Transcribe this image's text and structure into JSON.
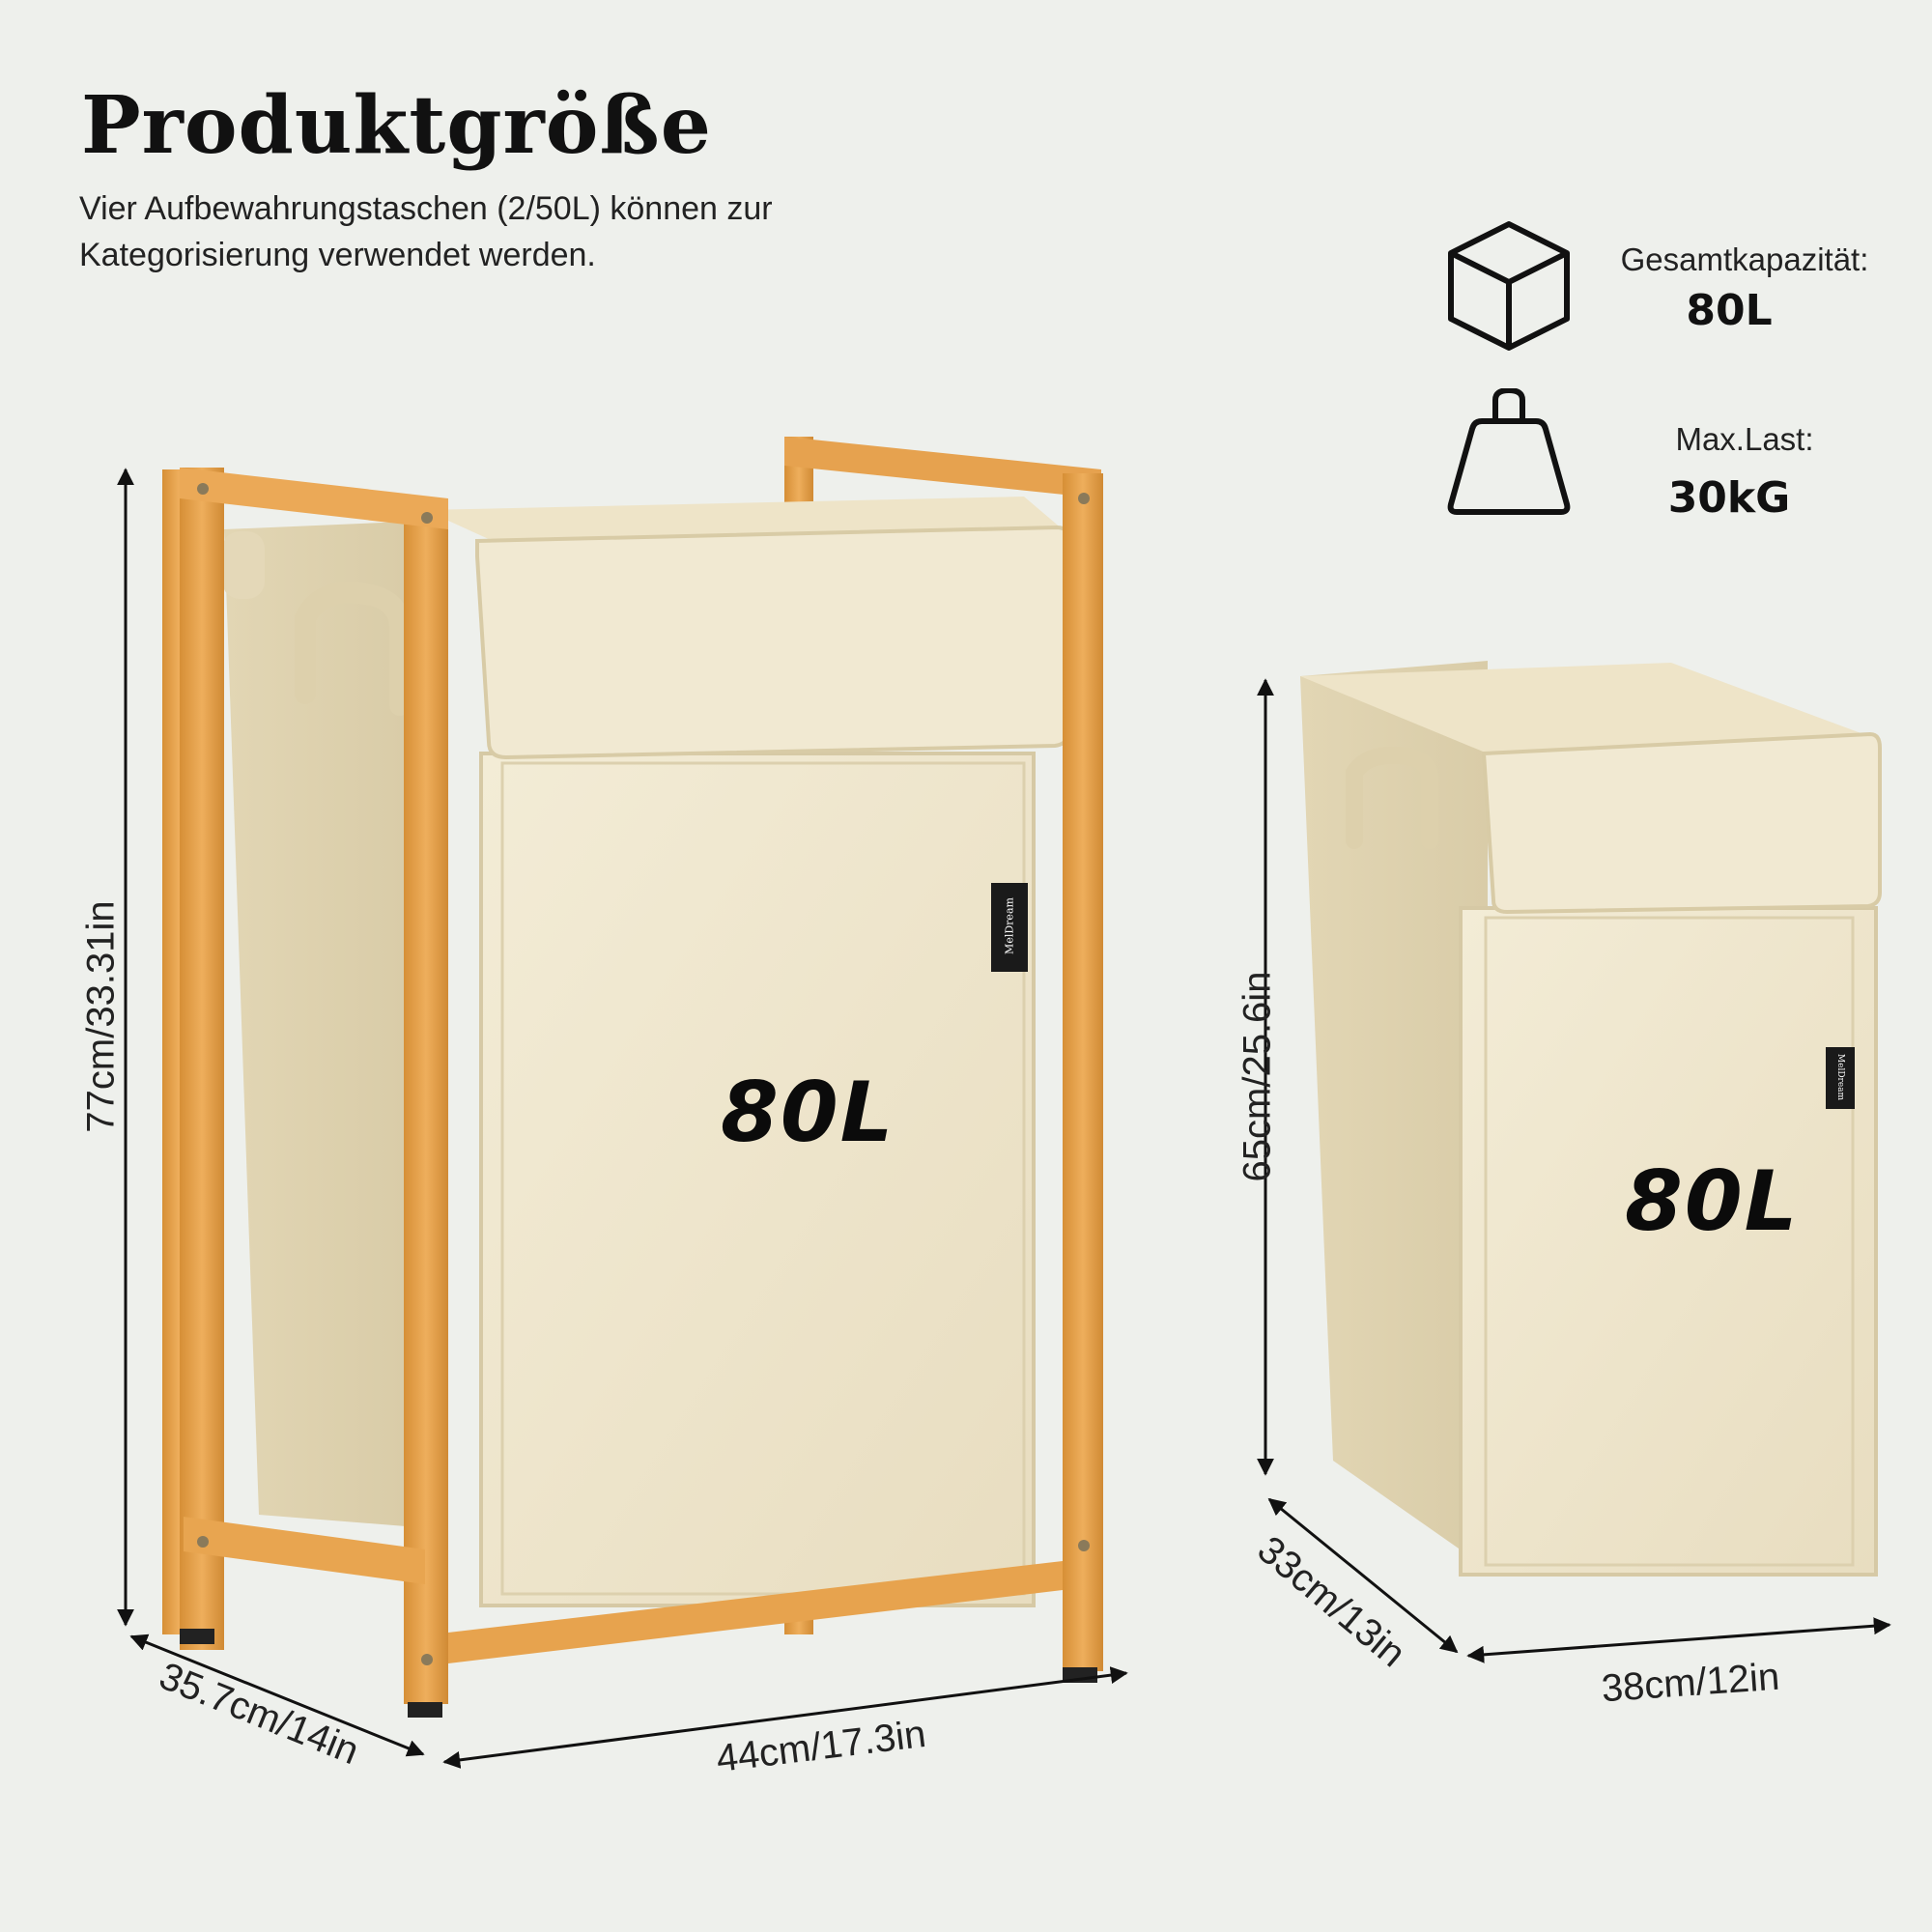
{
  "header": {
    "title": "Produktgröße",
    "subtitle": "Vier Aufbewahrungstaschen (2/50L) können zur Kategorisierung verwendet werden."
  },
  "specs": {
    "capacity": {
      "label": "Gesamtkapazität:",
      "value": "80L",
      "icon": "cube-icon"
    },
    "max_load": {
      "label": "Max.Last:",
      "value": "30kG",
      "icon": "weight-icon"
    }
  },
  "hamper": {
    "capacity_label": "80L",
    "brand_tag": "MelDream",
    "height": "77cm/33.31in",
    "depth": "35.7cm/14in",
    "width": "44cm/17.3in"
  },
  "bag": {
    "capacity_label": "80L",
    "brand_tag": "MelDream",
    "height": "65cm/25.6in",
    "depth": "33cm/13in",
    "width": "38cm/12in"
  },
  "colors": {
    "background": "#eef0ec",
    "bamboo": "#e3a04a",
    "fabric": "#efe7cf",
    "text": "#111111"
  }
}
